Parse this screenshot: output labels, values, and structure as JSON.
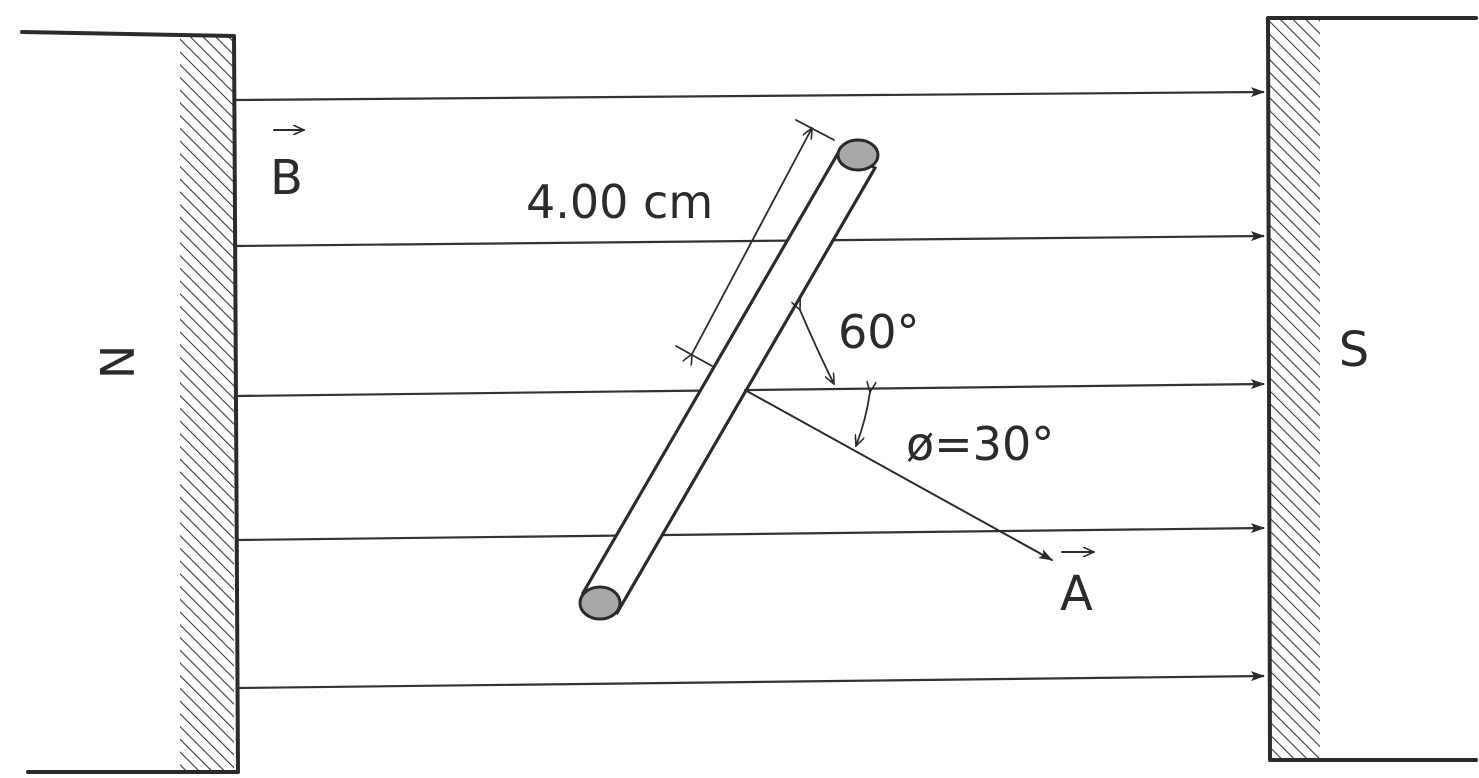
{
  "poles": {
    "north": "N",
    "south": "S"
  },
  "labels": {
    "field_vector": "B",
    "area_vector": "A",
    "rod_length": "4.00 cm",
    "angle_rod": "60°",
    "angle_phi": "ø=30°"
  },
  "field_lines": {
    "count": 5
  }
}
